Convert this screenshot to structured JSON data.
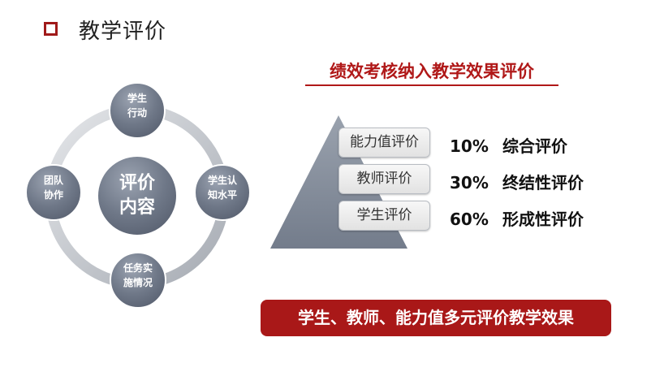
{
  "header": {
    "title": "教学评价"
  },
  "cycle": {
    "center": "评价\n内容",
    "nodes": {
      "top": "学生\n行动",
      "right": "学生认\n知水平",
      "bottom": "任务实\n施情况",
      "left": "团队\n协作"
    }
  },
  "evaluation": {
    "title": "绩效考核纳入教学效果评价",
    "rows": [
      {
        "label": "能力值评价",
        "percent": "10%",
        "type": "综合评价"
      },
      {
        "label": "教师评价",
        "percent": "30%",
        "type": "终结性评价"
      },
      {
        "label": "学生评价",
        "percent": "60%",
        "type": "形成性评价"
      }
    ]
  },
  "banner": {
    "text": "学生、教师、能力值多元评价教学效果"
  },
  "colors": {
    "accent": "#a91818",
    "node": "#6f7888",
    "pyramid": "#7e8796"
  }
}
